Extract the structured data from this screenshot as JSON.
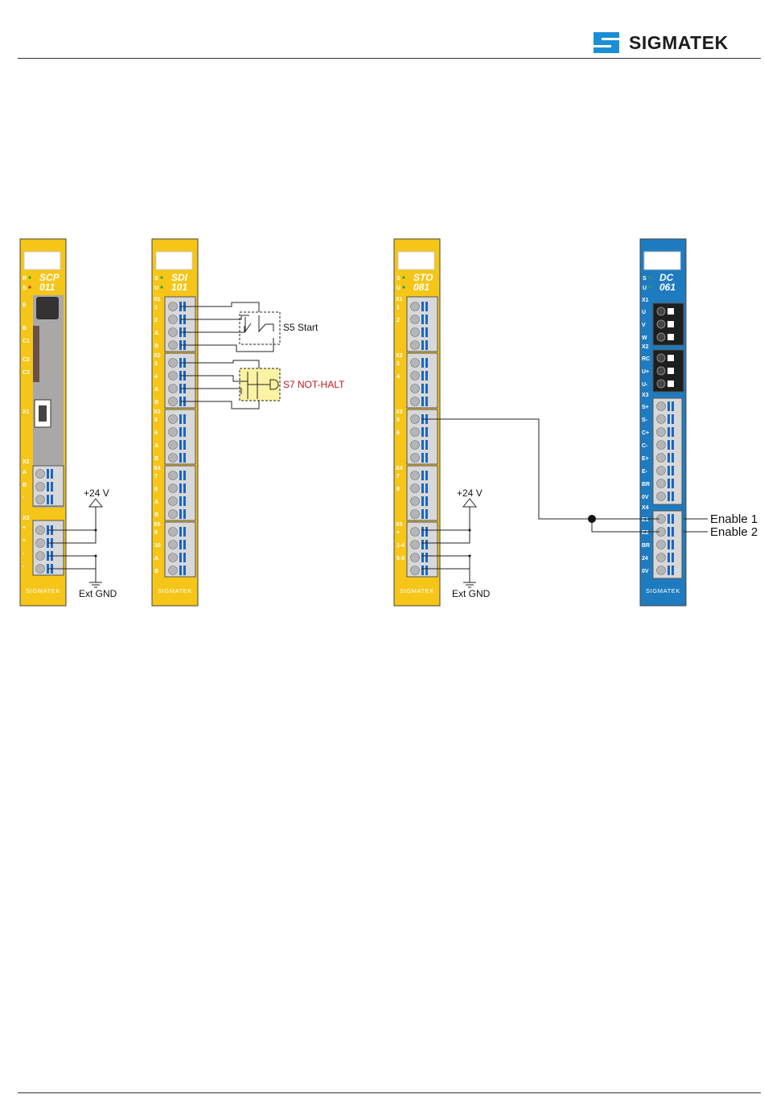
{
  "header": {
    "brand": "SIGMATEK"
  },
  "diagram": {
    "modules": [
      {
        "id": "scp",
        "model_line1": "SCP",
        "model_line2": "011",
        "leds": [
          "R",
          "S"
        ],
        "brand": "SIGMATEK",
        "labels": [
          "E",
          "B",
          "C1",
          "C2",
          "C3",
          "X1",
          "X2",
          "A",
          "B",
          "-",
          "X3",
          "+",
          "+",
          "-",
          "-"
        ]
      },
      {
        "id": "sdi",
        "model_line1": "SDI",
        "model_line2": "101",
        "leds": [
          "S",
          "U"
        ],
        "brand": "SIGMATEK",
        "connectors": [
          "X1",
          "X2",
          "X3",
          "X4",
          "X5"
        ],
        "terminals": [
          [
            "1",
            "2",
            "A",
            "B"
          ],
          [
            "3",
            "4",
            "A",
            "B"
          ],
          [
            "5",
            "6",
            "A",
            "B"
          ],
          [
            "7",
            "8",
            "A",
            "B"
          ],
          [
            "9",
            "10",
            "A",
            "B"
          ]
        ]
      },
      {
        "id": "sto",
        "model_line1": "STO",
        "model_line2": "081",
        "leds": [
          "S",
          "U"
        ],
        "brand": "SIGMATEK",
        "connectors": [
          "X1",
          "X2",
          "X3",
          "X4",
          "X5"
        ],
        "terminals": [
          [
            "1",
            "2",
            "",
            ""
          ],
          [
            "3",
            "4",
            "",
            ""
          ],
          [
            "5",
            "6",
            "",
            ""
          ],
          [
            "7",
            "8",
            "",
            ""
          ],
          [
            "+",
            "1-4",
            "5-8",
            ""
          ]
        ]
      },
      {
        "id": "dc",
        "model_line1": "DC",
        "model_line2": "061",
        "leds": [
          "S",
          "U"
        ],
        "brand": "SIGMATEK",
        "connectors": [
          "X1",
          "X2",
          "X3",
          "X4"
        ],
        "x1": [
          "U",
          "V",
          "W"
        ],
        "x2": [
          "RC",
          "U+",
          "U-"
        ],
        "x3": [
          "S+",
          "S-",
          "C+",
          "C-",
          "E+",
          "E-",
          "BR",
          "0V"
        ],
        "x4": [
          "E1",
          "E2",
          "BR",
          "24",
          "0V"
        ]
      }
    ],
    "annotations": {
      "s5": "S5 Start",
      "s7": "S7 NOT-HALT",
      "supply_left": "+24 V",
      "gnd_left": "Ext  GND",
      "supply_right": "+24 V",
      "gnd_right": "Ext  GND",
      "enable1": "Enable 1",
      "enable2": "Enable 2"
    },
    "colors": {
      "module_yellow": "#f5c518",
      "module_blue": "#1f7bc0",
      "emergency_red": "#c0141c",
      "estop_fill": "#fbf3a3"
    }
  }
}
